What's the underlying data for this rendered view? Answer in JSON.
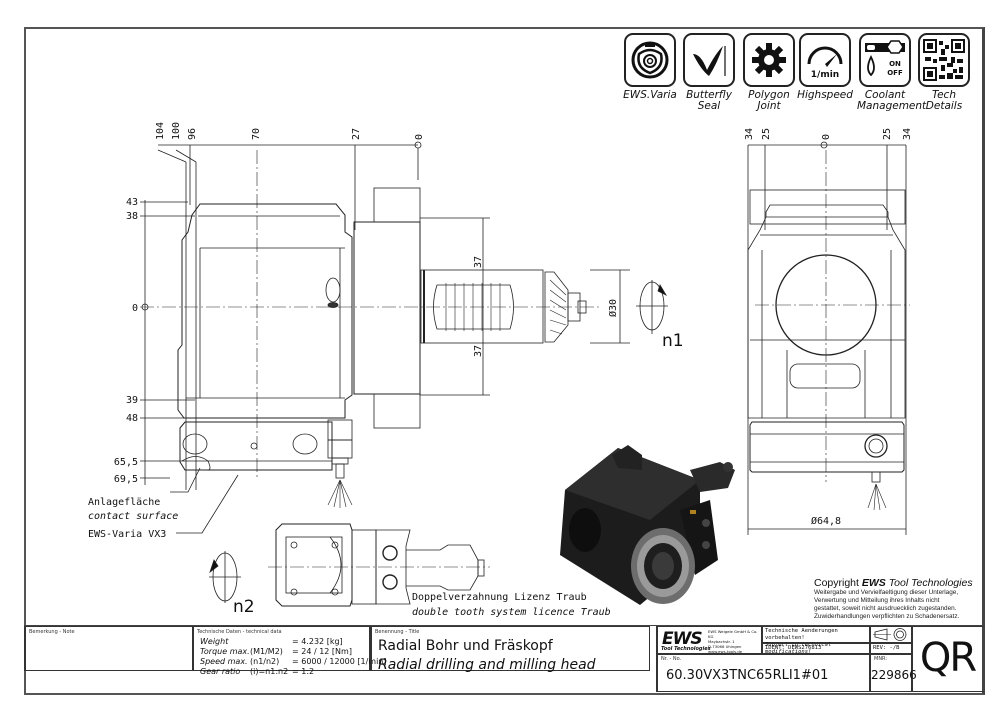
{
  "features": [
    {
      "icon": "ews-varia-icon",
      "label": "EWS.Varia"
    },
    {
      "icon": "butterfly-seal-icon",
      "label": "Butterfly\nSeal"
    },
    {
      "icon": "polygon-joint-icon",
      "label": "Polygon\nJoint"
    },
    {
      "icon": "highspeed-icon",
      "label": "Highspeed",
      "icon_text": "1/min"
    },
    {
      "icon": "coolant-management-icon",
      "label": "Coolant\nManagement",
      "icon_text_on": "ON",
      "icon_text_off": "OFF"
    },
    {
      "icon": "qr-code-icon",
      "label": "Tech\nDetails"
    }
  ],
  "side_view": {
    "horizontal_dims": [
      "104",
      "100",
      "96",
      "70",
      "27",
      "0"
    ],
    "vertical_dims": [
      "43",
      "38",
      "0",
      "39",
      "48",
      "65,5",
      "69,5"
    ],
    "shaft_dims": [
      "37",
      "37"
    ],
    "diameter": "Ø30",
    "rotation_label": "n1"
  },
  "front_view": {
    "horizontal_dims": [
      "34",
      "25",
      "0",
      "25",
      "34"
    ],
    "diameter": "Ø64,8"
  },
  "top_view": {
    "rotation_label": "n2"
  },
  "callouts": {
    "contact_de": "Anlagefläche",
    "contact_en": "contact surface",
    "varia": "EWS-Varia VX3",
    "tooth_de": "Doppelverzahnung Lizenz Traub",
    "tooth_en": "double tooth system licence Traub"
  },
  "copyright": {
    "prefix": "Copyright ",
    "brand": "EWS",
    "suffix": " Tool Technologies",
    "lines": [
      "Weitergabe und Vervielfaeltigung dieser Unterlage,",
      "Verwertung und Mitteilung ihres Inhalts nicht",
      "gestattet, soweit nicht ausdruecklich zugestanden.",
      "Zuwiderhandlungen verpflichten zu Schadenersatz."
    ]
  },
  "title_block": {
    "note_label": "Bemerkung - Note",
    "tech_label": "Technische Daten - technical data",
    "tech_data": [
      {
        "key": "Weight",
        "sub": "",
        "value": "=  4.232 [kg]"
      },
      {
        "key": "Torque max.",
        "sub": "(M1/M2)",
        "value": "=  24 / 12 [Nm]"
      },
      {
        "key": "Speed max.",
        "sub": "(n1/n2)",
        "value": "=  6000 / 12000 [1/min]"
      },
      {
        "key": "Gear ratio",
        "sub": "(i)=n1:n2",
        "value": "=  1:2"
      }
    ],
    "title_label": "Benennung - Title",
    "title_de": "Radial Bohr und Fräskopf",
    "title_en": "Radial drilling and milling head",
    "logo_text": "EWS",
    "logo_sub": "Tool Technologies",
    "company_lines": [
      "EWS Weigele GmbH & Co. KG",
      "Maybachstr. 1",
      "D-73066 Uhingen",
      "www.ews-tools.de"
    ],
    "mod_de": "Technische Aenderungen vorbehalten!",
    "mod_en": "Subject to technical modifications!",
    "ident": "IDENT:   DEWS276813",
    "rev": "REV:   -/B",
    "nr_label": "Nr. - No.",
    "part_number": "60.30VX3TNC65RLI1#01",
    "mnr_label": "MNR:",
    "mnr": "229866",
    "qr": "QR"
  }
}
